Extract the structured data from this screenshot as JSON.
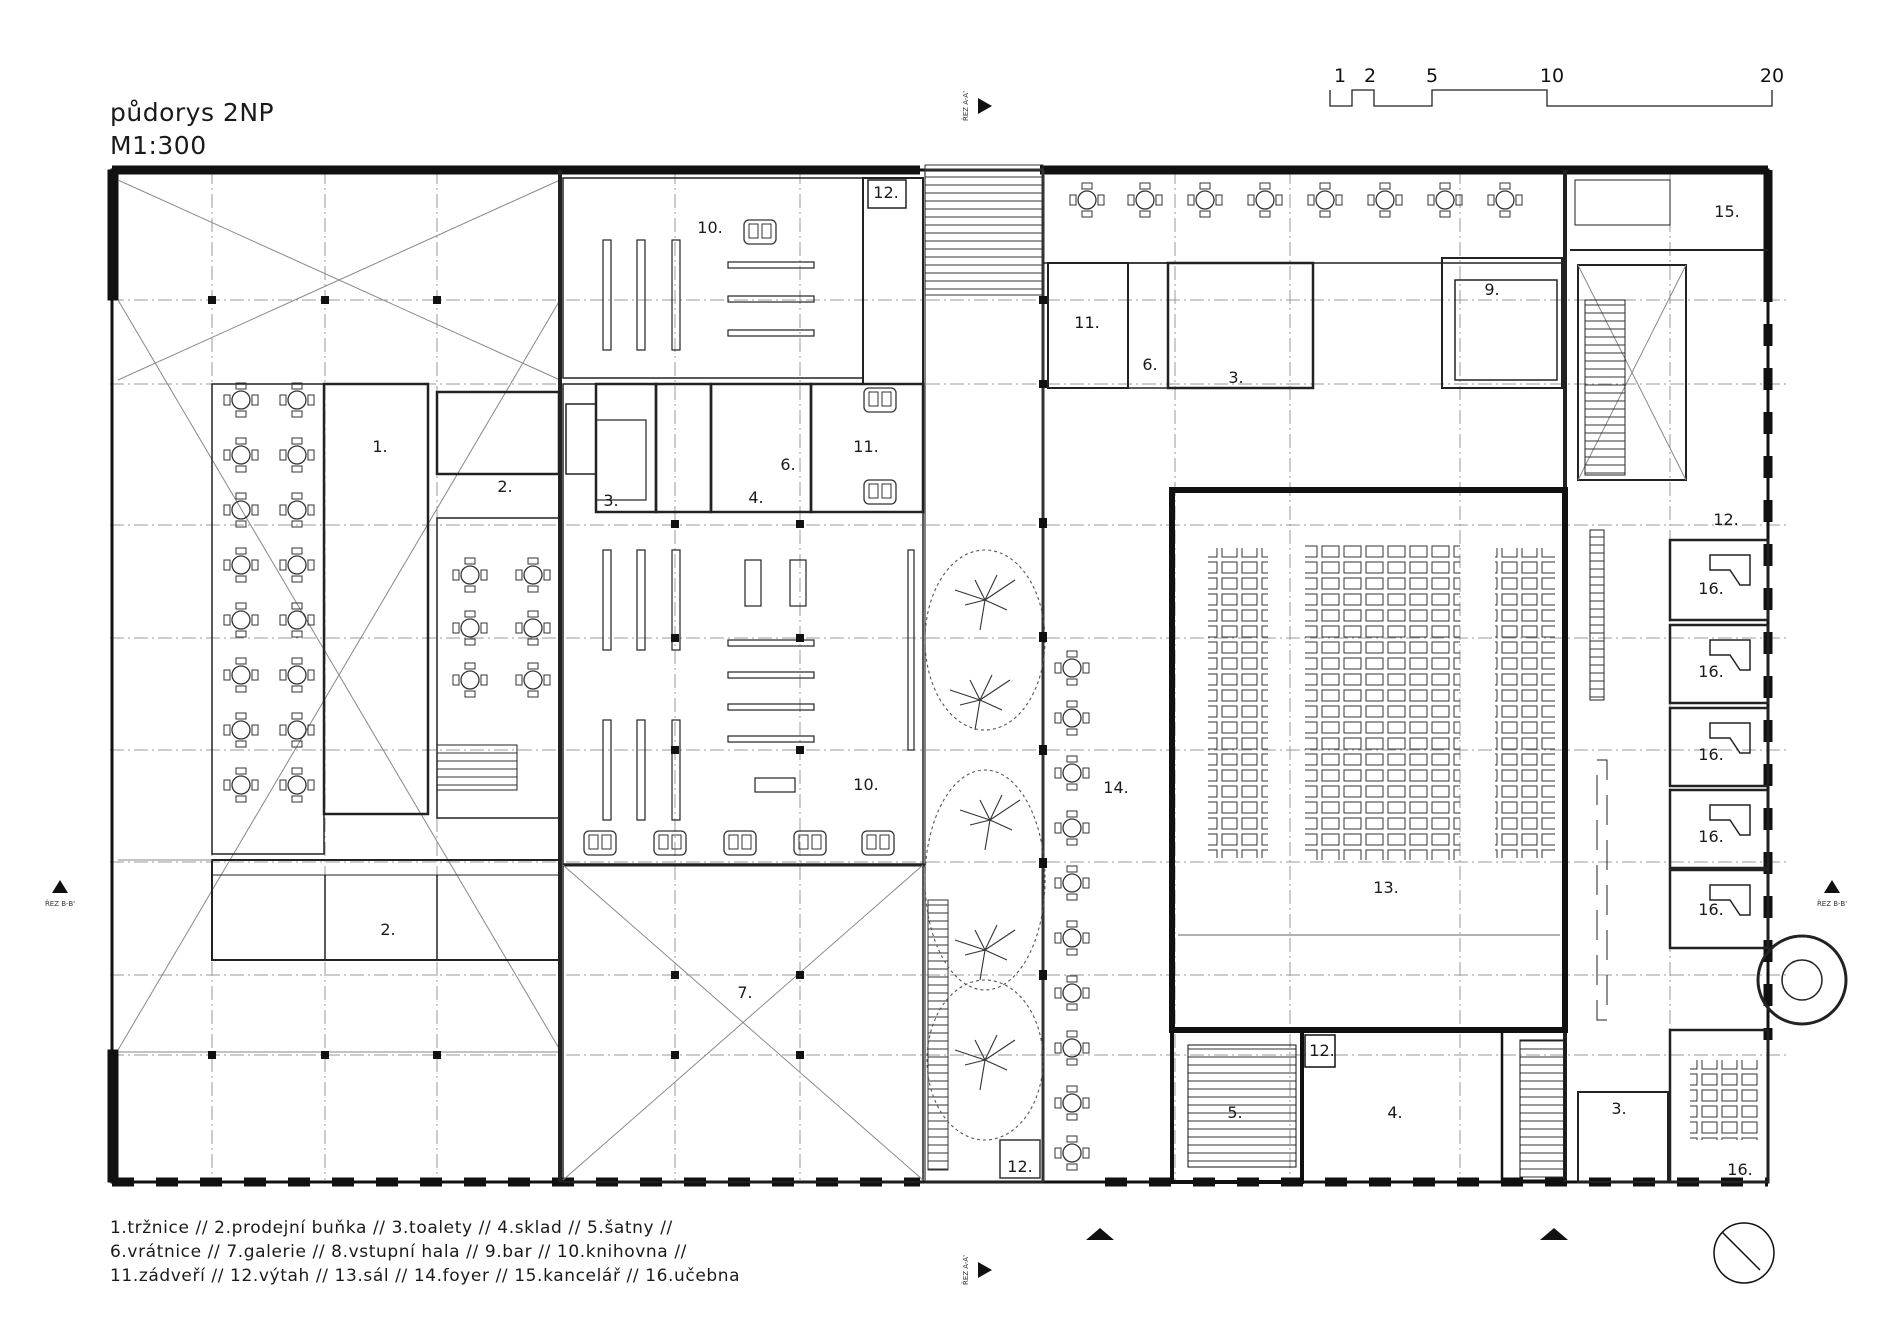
{
  "title": {
    "line1": "půdorys 2NP",
    "line2": "M1:300"
  },
  "scale_bar": {
    "labels": [
      "1",
      "2",
      "5",
      "10",
      "20"
    ]
  },
  "section_marks": {
    "a": "ŘEZ A-A'",
    "b": "ŘEZ B-B'"
  },
  "rooms": {
    "r1": "1.",
    "r2a": "2.",
    "r2b": "2.",
    "r3a": "3.",
    "r3b": "3.",
    "r3c": "3.",
    "r4a": "4.",
    "r4b": "4.",
    "r5": "5.",
    "r6a": "6.",
    "r6b": "6.",
    "r7": "7.",
    "r9": "9.",
    "r10a": "10.",
    "r10b": "10.",
    "r11a": "11.",
    "r11b": "11.",
    "r12a": "12.",
    "r12b": "12.",
    "r12c": "12.",
    "r12d": "12.",
    "r13": "13.",
    "r14": "14.",
    "r15": "15.",
    "r16a": "16.",
    "r16b": "16.",
    "r16c": "16.",
    "r16d": "16.",
    "r16e": "16.",
    "r16f": "16."
  },
  "legend": {
    "line1": "1.tržnice  //  2.prodejní buňka  //  3.toalety  //  4.sklad  //  5.šatny  //",
    "line2": "6.vrátnice  //  7.galerie  //  8.vstupní hala  //  9.bar  //  10.knihovna  //",
    "line3": "11.zádveří // 12.výtah // 13.sál //  14.foyer //  15.kancelář // 16.učebna"
  }
}
